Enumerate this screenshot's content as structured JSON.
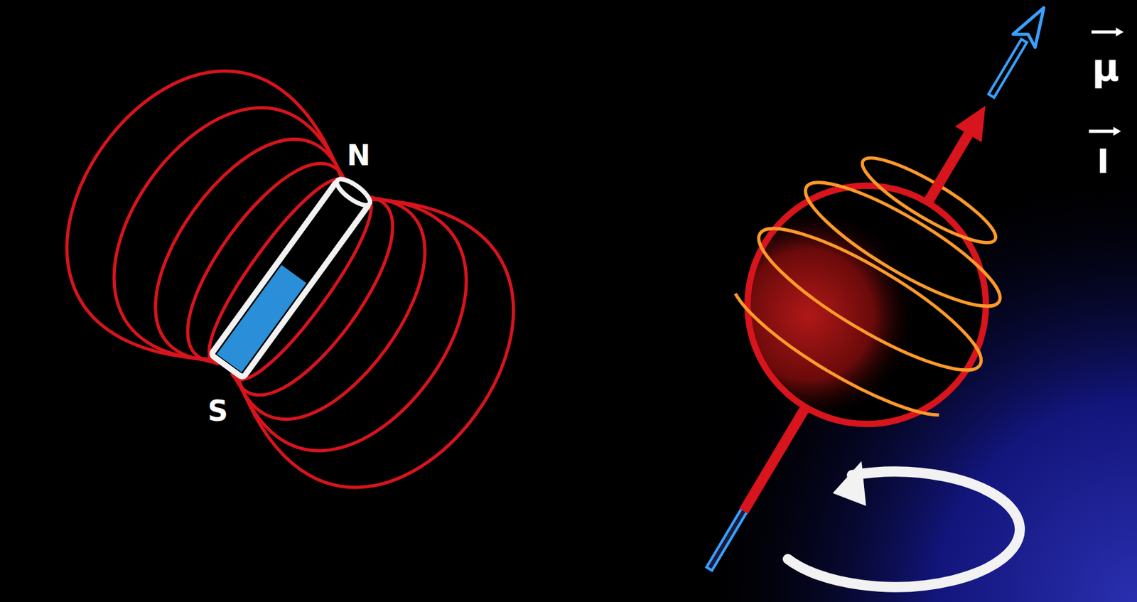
{
  "diagram": {
    "labels": [
      "N",
      "S",
      "μ",
      "I"
    ]
  }
}
